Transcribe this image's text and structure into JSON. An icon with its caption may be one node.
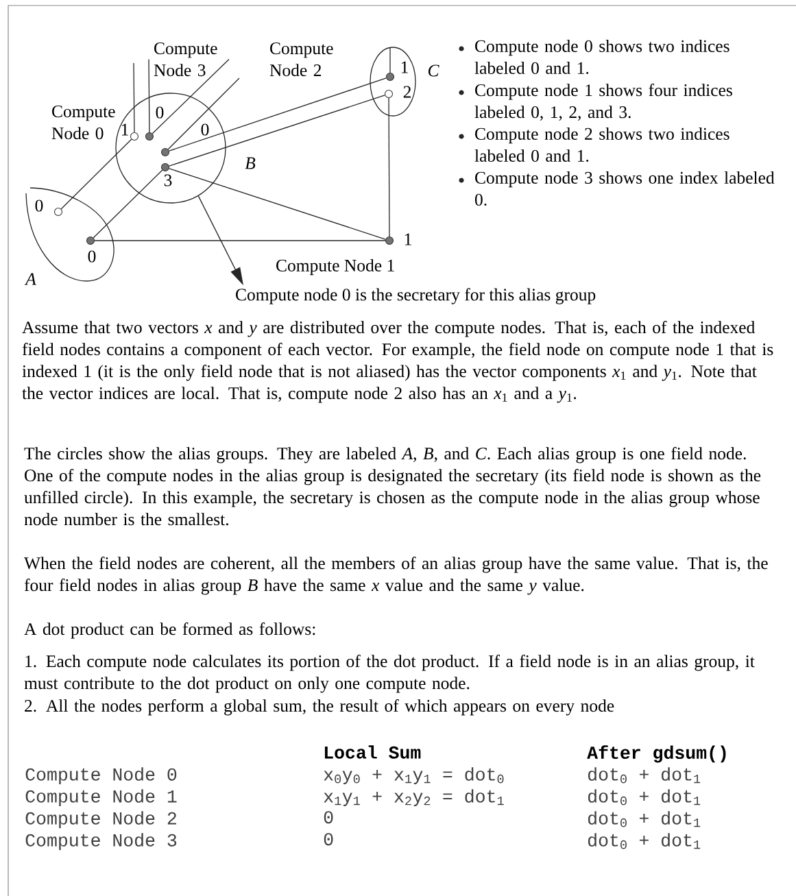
{
  "diagram": {
    "nodes": [
      {
        "text": [
          "A"
        ]
      },
      {
        "text": [
          "B"
        ]
      },
      {
        "text": [
          "C"
        ]
      },
      {
        "text": [],
        "shape": "circle",
        "beside": [
          "0"
        ],
        "in": 0
      },
      {
        "text": [],
        "shape": "circle",
        "beside": [
          "0"
        ],
        "in": 0
      },
      {
        "text": [],
        "shape": "circle",
        "beside": [
          "1"
        ],
        "in": 1
      },
      {
        "text": [],
        "shape": "circle",
        "beside": [
          "0"
        ],
        "in": 1
      },
      {
        "text": [],
        "shape": "circle",
        "beside": [
          "0"
        ],
        "in": 1
      },
      {
        "text": [],
        "shape": "circle",
        "beside": [
          "3"
        ],
        "in": 1
      },
      {
        "text": [],
        "shape": "circle",
        "beside": [
          "1"
        ],
        "in": 2
      },
      {
        "text": [],
        "shape": "circle",
        "beside": [
          "2"
        ],
        "in": 2
      },
      {
        "text": [],
        "shape": "circle",
        "beside": [
          "1"
        ]
      },
      {
        "text": [
          "Compute node 0 is the secretary for this alias group"
        ]
      },
      {
        "text": [
          "Compute Node 3"
        ]
      }
    ],
    "edges": [
      {
        "from": 3,
        "to": 5,
        "arrow": "none"
      },
      {
        "from": 5,
        "to": null,
        "arrow": "none"
      },
      {
        "from": 6,
        "to": 13,
        "arrow": "none"
      },
      {
        "from": 6,
        "to": 13,
        "arrow": "none"
      },
      {
        "from": 7,
        "to": 9,
        "arrow": "none"
      },
      {
        "from": 7,
        "to": null,
        "arrow": "none"
      },
      {
        "from": 9,
        "to": null,
        "arrow": "none"
      },
      {
        "from": 8,
        "to": 10,
        "arrow": "none"
      },
      {
        "from": 8,
        "to": 11,
        "arrow": "none"
      },
      {
        "from": 8,
        "to": 4,
        "arrow": "none"
      },
      {
        "from": 4,
        "to": 11,
        "arrow": "none"
      },
      {
        "from": 10,
        "to": 11,
        "arrow": "none"
      },
      {
        "from": 1,
        "to": 12,
        "arrow": "to"
      }
    ],
    "labels": [
      "Compute Node 2",
      "Compute node 0 shows two indices labeled 0 and 1.",
      "Compute node 1 shows four indices labeled 0, 1, 2, and 3.",
      "Compute node 2 shows two indices labeled 0 and 1.",
      "Compute node 3 shows one index labeled 0.",
      "Compute Node 0",
      "Compute Node 1",
      "Assume that two vectors *x* and *y* are distributed over the compute nodes. That is, each of the indexed field nodes contains a component of each vector. For example, the field node on compute node 1 that is indexed 1 (it is the only field node that is not aliased) has the vector components *x*$_{1}$ and *y*$_{1}$. Note that the vector indices are local. That is, compute node 2 also has an *x*$_{1}$ and a *y*$_{1}$.",
      "The circles show the alias groups. They are labeled *A*, *B*, and *C*. Each alias group is one field node. One of the compute nodes in the alias group is designated the secretary (its field node is shown as the unfilled circle). In this example, the secretary is chosen as the compute node in the alias group whose node number is the smallest.",
      "When the field nodes are coherent, all the members of an alias group have the same value. That is, the four field nodes in alias group *B* have the same *x* value and the same *y* value.",
      "A dot product can be formed as follows:",
      "1. Each compute node calculates its portion of the dot product. If a field node is in an alias group, it must contribute to the dot product on only one compute node.",
      "2. All the nodes perform a global sum, the result of which appears on every node",
      "Local Sum",
      "After gdsum()",
      "Compute Node 0",
      "x$_{0}$y$_{0}$ + x$_{1}$y$_{1}$ = dot$_{0}$",
      "dot$_{0}$ + dot$_{1}$",
      "Compute Node 1",
      "x$_{1}$y$_{1}$ + x$_{2}$y$_{2}$ = dot$_{1}$",
      "dot$_{0}$ + dot$_{1}$",
      "Compute Node 2",
      "0",
      "dot$_{0}$ + dot$_{1}$",
      "Compute Node 3",
      "0",
      "dot$_{0}$ + dot$_{1}$"
    ]
  }
}
